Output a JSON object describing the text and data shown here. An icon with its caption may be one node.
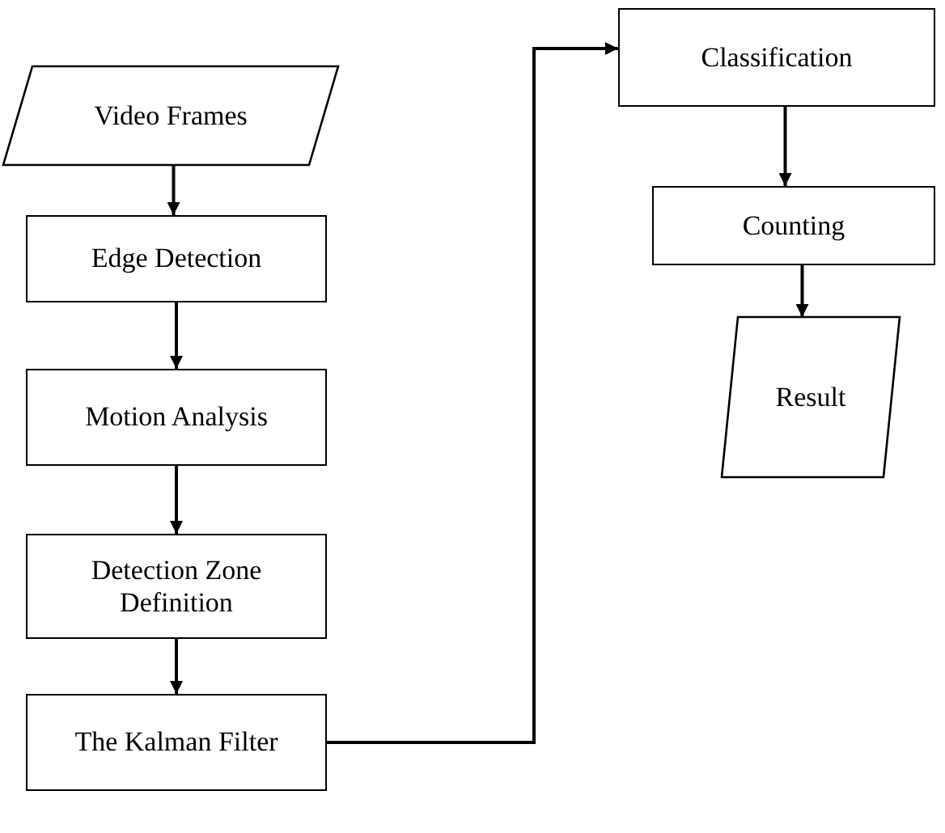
{
  "diagram": {
    "nodes": [
      {
        "text": [
          "Video Frames"
        ]
      },
      {
        "text": [
          "Edge Detection"
        ]
      },
      {
        "text": [
          "Motion Analysis"
        ]
      },
      {
        "text": [
          "Detection Zone Definition"
        ]
      },
      {
        "text": [
          "The Kalman Filter"
        ]
      },
      {
        "text": [
          "Classification"
        ]
      },
      {
        "text": [
          "Counting"
        ]
      },
      {
        "text": [
          "Result"
        ]
      }
    ],
    "edges": [
      {
        "from": 0,
        "to": 1,
        "arrow": "to"
      },
      {
        "from": 1,
        "to": 2,
        "arrow": "to"
      },
      {
        "from": 2,
        "to": 3,
        "arrow": "to"
      },
      {
        "from": 3,
        "to": 4,
        "arrow": "to"
      },
      {
        "from": 4,
        "to": 5,
        "arrow": "to"
      },
      {
        "from": 5,
        "to": 6,
        "arrow": "to"
      },
      {
        "from": 6,
        "to": 7,
        "arrow": "to"
      }
    ]
  }
}
